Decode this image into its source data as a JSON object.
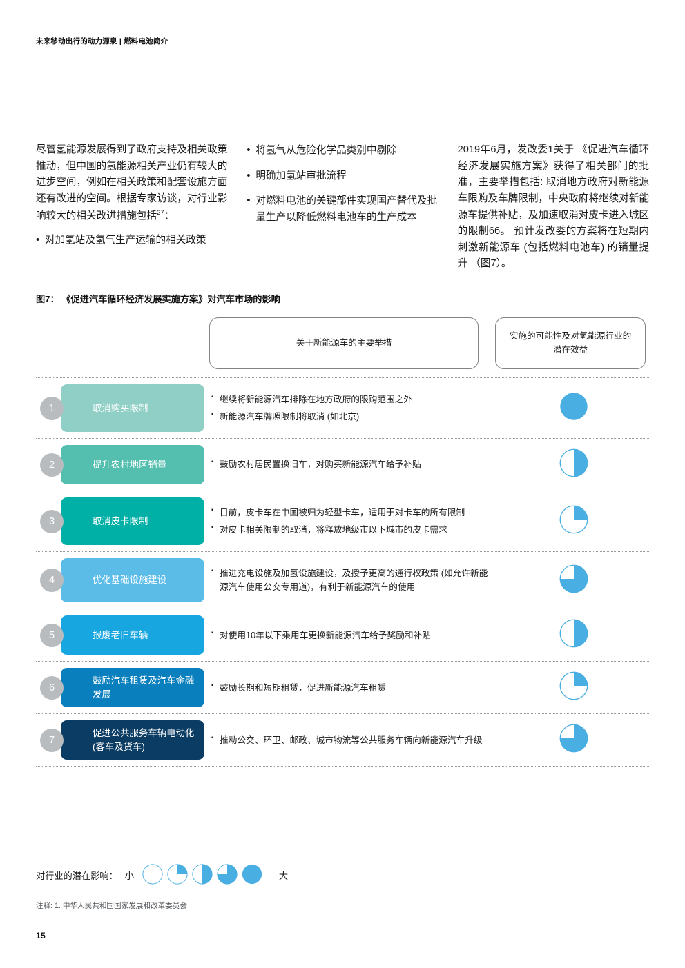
{
  "header": {
    "running_head": "未来移动出行的动力源泉 | 燃料电池简介"
  },
  "intro": {
    "col1": {
      "paragraph": "尽管氢能源发展得到了政府支持及相关政策推动，但中国的氢能源相关产业仍有较大的进步空间，例如在相关政策和配套设施方面还有改进的空间。根据专家访谈，对行业影响较大的相关改进措施包括",
      "footnote_marker": "27",
      "paragraph_tail": "：",
      "bullets": [
        "对加氢站及氢气生产运输的相关政策"
      ]
    },
    "col2": {
      "bullets": [
        "将氢气从危险化学品类别中剔除",
        "明确加氢站审批流程",
        "对燃料电池的关键部件实现国产替代及批量生产以降低燃料电池车的生产成本"
      ]
    },
    "col3": {
      "paragraph": "2019年6月，发改委1关于 《促进汽车循环经济发展实施方案》获得了相关部门的批准，主要举措包括: 取消地方政府对新能源车限购及车牌限制，中央政府将继续对新能源车提供补贴，及加速取消对皮卡进入城区的限制66。 预计发改委的方案将在短期内刺激新能源车 (包括燃料电池车) 的销量提升 （图7）。"
    }
  },
  "figure": {
    "title": "图7： 《促进汽车循环经济发展实施方案》对汽车市场的影响",
    "columns": {
      "measures_header": "关于新能源车的主要举措",
      "impact_header": "实施的可能性及对氢能源行业的潜在效益"
    },
    "accent_color": "#49AEE2",
    "rows": [
      {
        "number": "1",
        "label": "取消购买限制",
        "chip_color": "#8FCFC6",
        "measures": [
          "继续将新能源汽车排除在地方政府的限购范围之外",
          "新能源汽车牌照限制将取消 (如北京)"
        ],
        "impact_level": 4,
        "impact_fraction": "1"
      },
      {
        "number": "2",
        "label": "提升农村地区销量",
        "chip_color": "#55BFAF",
        "measures": [
          "鼓励农村居民置换旧车，对购买新能源汽车给予补贴"
        ],
        "impact_level": 2,
        "impact_fraction": "1/2"
      },
      {
        "number": "3",
        "label": "取消皮卡限制",
        "chip_color": "#00AFA5",
        "measures": [
          "目前，皮卡车在中国被归为轻型卡车，适用于对卡车的所有限制",
          "对皮卡相关限制的取消，将释放地级市以下城市的皮卡需求"
        ],
        "impact_level": 1,
        "impact_fraction": "1/4"
      },
      {
        "number": "4",
        "label": "优化基础设施建设",
        "chip_color": "#5CBCE8",
        "measures": [
          "推进充电设施及加氢设施建设，及授予更高的通行权政策 (如允许新能源汽车使用公交专用道)，有利于新能源汽车的使用"
        ],
        "impact_level": 3,
        "impact_fraction": "3/4"
      },
      {
        "number": "5",
        "label": "报废老旧车辆",
        "chip_color": "#18A6E0",
        "measures": [
          "对使用10年以下乘用车更换新能源汽车给予奖励和补贴"
        ],
        "impact_level": 2,
        "impact_fraction": "1/2"
      },
      {
        "number": "6",
        "label": "鼓励汽车租赁及汽车金融发展",
        "chip_color": "#0A7FBE",
        "measures": [
          "鼓励长期和短期租赁，促进新能源汽车租赁"
        ],
        "impact_level": 1,
        "impact_fraction": "1/4"
      },
      {
        "number": "7",
        "label": "促进公共服务车辆电动化 (客车及货车)",
        "chip_color": "#0B3C63",
        "measures": [
          "推动公交、环卫、邮政、城市物流等公共服务车辆向新能源汽车升级"
        ],
        "impact_level": 3,
        "impact_fraction": "3/4"
      }
    ]
  },
  "legend": {
    "label": "对行业的潜在影响：",
    "small": "小",
    "large": "大",
    "levels": [
      0,
      1,
      2,
      3,
      4
    ]
  },
  "footnote": "注释: 1. 中华人民共和国国家发展和改革委员会",
  "page_number": "15"
}
